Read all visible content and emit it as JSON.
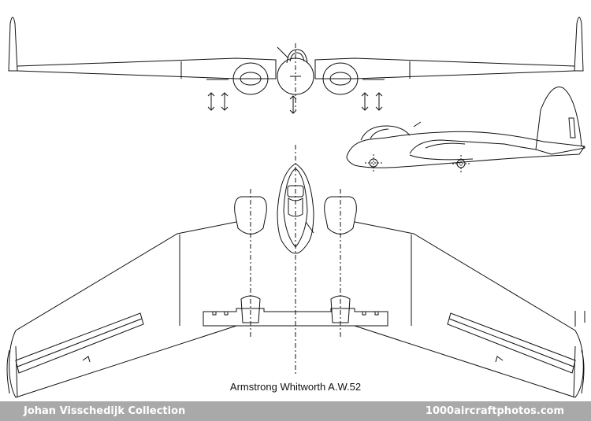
{
  "caption": "Armstrong Whitworth A.W.52",
  "footer": {
    "left": "Johan Visschedijk Collection",
    "right": "1000aircraftphotos.com"
  },
  "colors": {
    "line": "#111111",
    "footer_bg": "#a9a9a9",
    "footer_text": "#ffffff"
  }
}
